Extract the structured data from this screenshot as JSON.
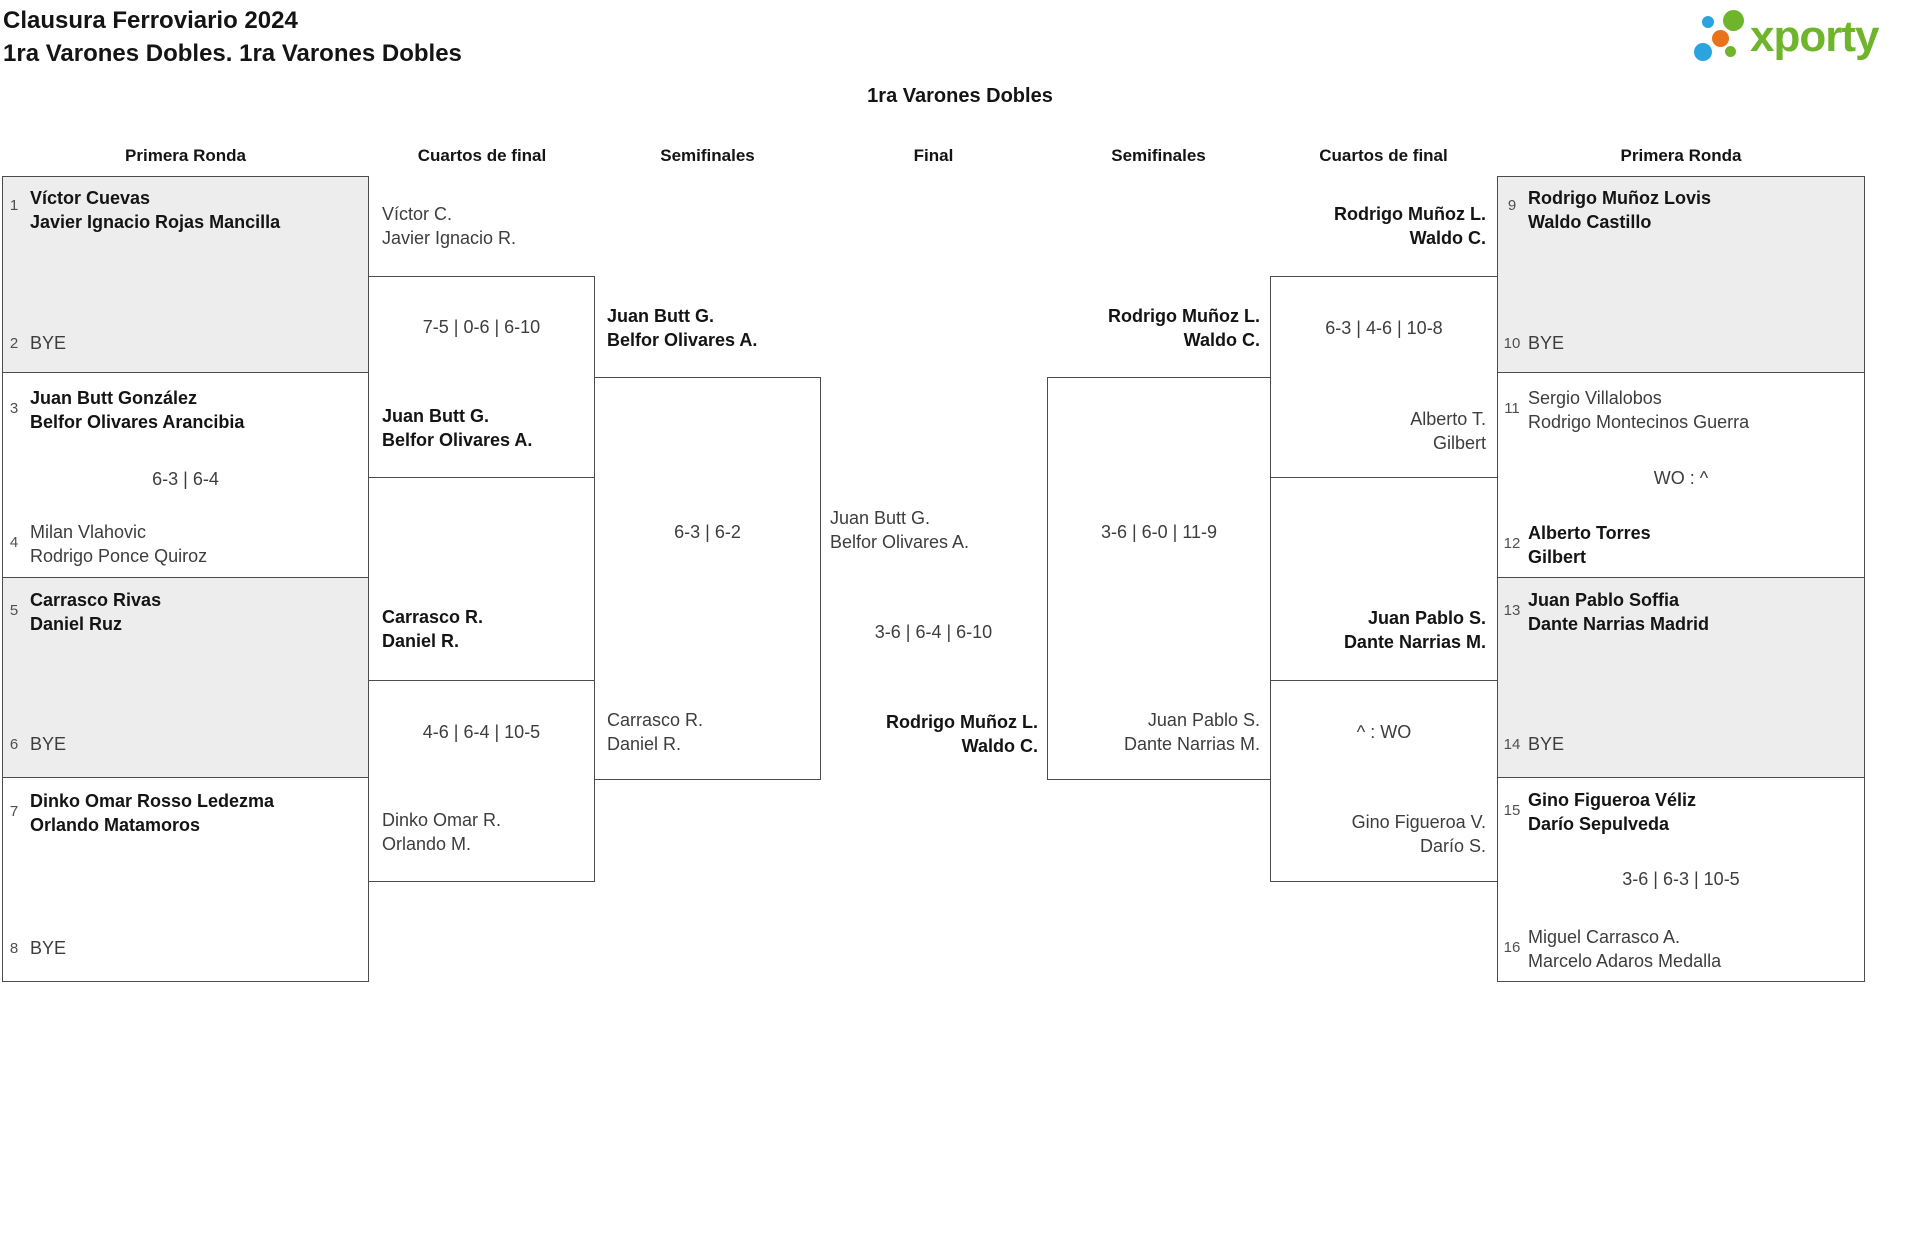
{
  "page": {
    "title_line1": "Clausura Ferroviario 2024",
    "title_line2": "1ra Varones Dobles. 1ra Varones Dobles",
    "bracket_title": "1ra Varones Dobles"
  },
  "logo": {
    "brand": "xporty"
  },
  "colors": {
    "brand_green": "#6eb52c",
    "dot_blue": "#2ba3df",
    "dot_orange": "#e8731a",
    "box_gray": "#ededed",
    "border": "#4c4c4c"
  },
  "headers": {
    "cols": [
      "Primera Ronda",
      "Cuartos de final",
      "Semifinales",
      "Final",
      "Semifinales",
      "Cuartos de final",
      "Primera Ronda"
    ]
  },
  "first_round_left": [
    {
      "seed": "1",
      "players": [
        "Víctor Cuevas",
        "Javier Ignacio Rojas Mancilla"
      ]
    },
    {
      "seed": "2",
      "players": [
        "BYE"
      ]
    },
    {
      "seed": "3",
      "players": [
        "Juan Butt González",
        "Belfor Olivares Arancibia"
      ]
    },
    {
      "seed": "4",
      "players": [
        "Milan Vlahovic",
        "Rodrigo Ponce Quiroz"
      ]
    },
    {
      "seed": "5",
      "players": [
        "Carrasco Rivas",
        "Daniel Ruz"
      ]
    },
    {
      "seed": "6",
      "players": [
        "BYE"
      ]
    },
    {
      "seed": "7",
      "players": [
        "Dinko Omar Rosso Ledezma",
        "Orlando Matamoros"
      ]
    },
    {
      "seed": "8",
      "players": [
        "BYE"
      ]
    }
  ],
  "first_round_right": [
    {
      "seed": "9",
      "players": [
        "Rodrigo Muñoz Lovis",
        "Waldo Castillo"
      ]
    },
    {
      "seed": "10",
      "players": [
        "BYE"
      ]
    },
    {
      "seed": "11",
      "players": [
        "Sergio Villalobos",
        "Rodrigo Montecinos Guerra"
      ]
    },
    {
      "seed": "12",
      "players": [
        "Alberto Torres",
        "Gilbert"
      ]
    },
    {
      "seed": "13",
      "players": [
        "Juan Pablo Soffia",
        "Dante Narrias Madrid"
      ]
    },
    {
      "seed": "14",
      "players": [
        "BYE"
      ]
    },
    {
      "seed": "15",
      "players": [
        "Gino Figueroa Véliz",
        "Darío Sepulveda"
      ]
    },
    {
      "seed": "16",
      "players": [
        "Miguel Carrasco A.",
        "Marcelo Adaros Medalla"
      ]
    }
  ],
  "first_round_scores": {
    "left_3_4": "6-3 | 6-4",
    "right_11_12": "WO : ^",
    "right_15_16": "3-6 | 6-3 | 10-5"
  },
  "quarterfinals_left": [
    {
      "top": [
        "Víctor C.",
        "Javier Ignacio R."
      ],
      "bottom": [
        "Juan Butt G.",
        "Belfor Olivares A."
      ],
      "score": "7-5 | 0-6 | 6-10",
      "winner": "bottom"
    },
    {
      "top": [
        "Carrasco R.",
        "Daniel R."
      ],
      "bottom": [
        "Dinko Omar R.",
        "Orlando M."
      ],
      "score": "4-6 | 6-4 | 10-5",
      "winner": "top"
    }
  ],
  "quarterfinals_right": [
    {
      "top": [
        "Rodrigo Muñoz L.",
        "Waldo C."
      ],
      "bottom": [
        "Alberto T.",
        "Gilbert"
      ],
      "score": "6-3 | 4-6 | 10-8",
      "winner": "top"
    },
    {
      "top": [
        "Juan Pablo S.",
        "Dante Narrias M."
      ],
      "bottom": [
        "Gino Figueroa V.",
        "Darío S."
      ],
      "score": "^ : WO",
      "winner": "top"
    }
  ],
  "semifinal_left": {
    "top": [
      "Juan Butt G.",
      "Belfor Olivares A."
    ],
    "bottom": [
      "Carrasco R.",
      "Daniel R."
    ],
    "score": "6-3 | 6-2",
    "winner": "top"
  },
  "semifinal_right": {
    "top": [
      "Rodrigo Muñoz L.",
      "Waldo C."
    ],
    "bottom": [
      "Juan Pablo S.",
      "Dante Narrias M."
    ],
    "score": "3-6 | 6-0 | 11-9",
    "winner": "top"
  },
  "final": {
    "top": [
      "Juan Butt G.",
      "Belfor Olivares A."
    ],
    "bottom": [
      "Rodrigo Muñoz L.",
      "Waldo C."
    ],
    "score": "3-6 | 6-4 | 6-10",
    "winner": "bottom"
  }
}
